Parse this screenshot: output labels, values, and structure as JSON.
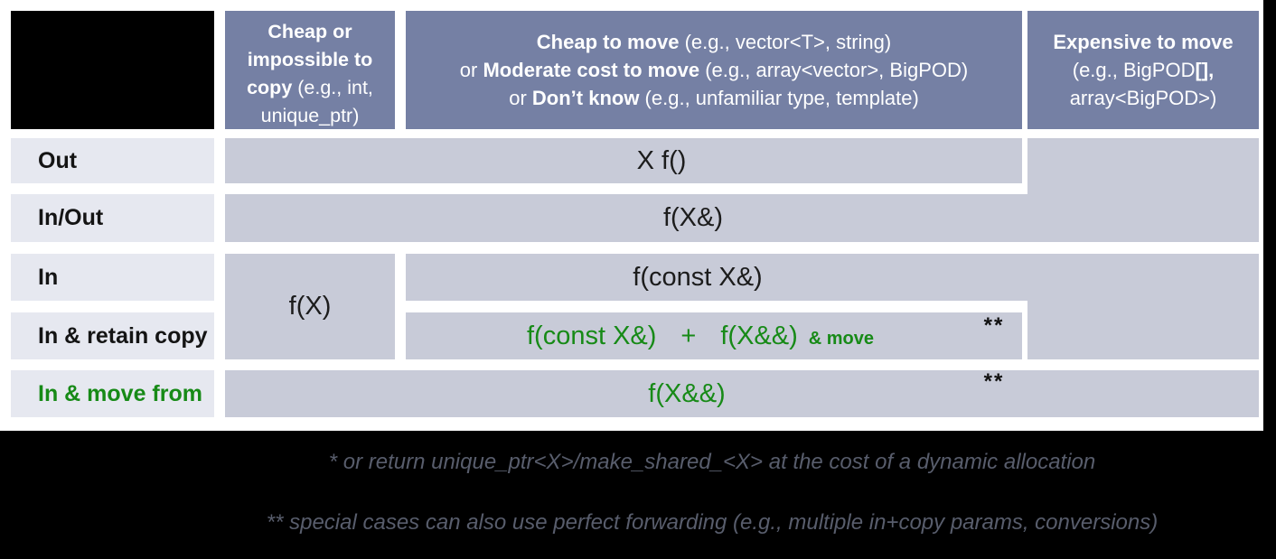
{
  "colors": {
    "header_bg": "#7580a4",
    "cell_bg": "#c8cbd8",
    "label_bg": "#e6e8f0",
    "green_text": "#178a17",
    "footnote_text": "#585d6c"
  },
  "header": {
    "col1": {
      "bold": "Cheap or impossible to copy",
      "rest": " (e.g., int, unique_ptr)"
    },
    "col2": {
      "l1_bold": "Cheap to move",
      "l1_rest": " (e.g., vector<T>, string)",
      "l2_pre": "or ",
      "l2_bold": "Moderate cost to move",
      "l2_rest": " (e.g., array<vector>, BigPOD)",
      "l3_pre": "or ",
      "l3_bold": "Don’t know",
      "l3_rest": " (e.g., unfamiliar type, template)"
    },
    "col3": {
      "l1_bold": "Expensive to move",
      "l2_pre": "(e.g., BigPOD",
      "l2_bold": "[],",
      "l3": "array<BigPOD>)"
    }
  },
  "rows": {
    "out": {
      "label": "Out",
      "code": "X f()"
    },
    "inout": {
      "label": "In/Out",
      "code": "f(X&)"
    },
    "in": {
      "label": "In",
      "code": "f(const X&)"
    },
    "retain": {
      "label": "In & retain copy",
      "code_a": "f(const X&)",
      "plus": "+",
      "code_b": "f(X&&)",
      "suffix": "& move",
      "marker": "**"
    },
    "movefrom": {
      "label": "In & move from",
      "code": "f(X&&)",
      "marker": "**"
    },
    "cheap_copy_code": "f(X)"
  },
  "footnotes": {
    "line1": "* or return unique_ptr<X>/make_shared_<X> at the cost of a dynamic allocation",
    "line2": "** special cases can also use perfect forwarding (e.g., multiple in+copy params, conversions)"
  }
}
